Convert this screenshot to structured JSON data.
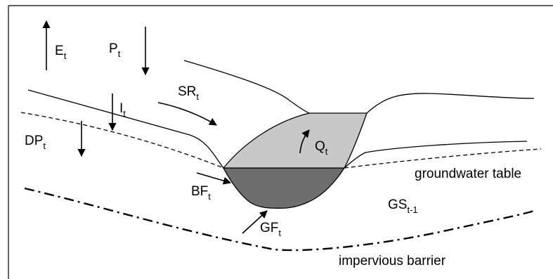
{
  "labels": {
    "et": {
      "main": "E",
      "sub": "t"
    },
    "pt": {
      "main": "P",
      "sub": "t"
    },
    "it": {
      "main": "I",
      "sub": "t"
    },
    "srt": {
      "main": "SR",
      "sub": "t"
    },
    "dpt": {
      "main": "DP",
      "sub": "t"
    },
    "qt": {
      "main": "Q",
      "sub": "t"
    },
    "bft": {
      "main": "BF",
      "sub": "t"
    },
    "gft": {
      "main": "GF",
      "sub": "t"
    },
    "gst1": {
      "main": "GS",
      "sub": "t-1"
    },
    "groundwater_table": "groundwater table",
    "impervious_barrier": "impervious barrier"
  },
  "colors": {
    "surface_water": "#c8c8c8",
    "groundwater_zone": "#6e6e6e",
    "line": "#000000",
    "background": "#ffffff"
  }
}
